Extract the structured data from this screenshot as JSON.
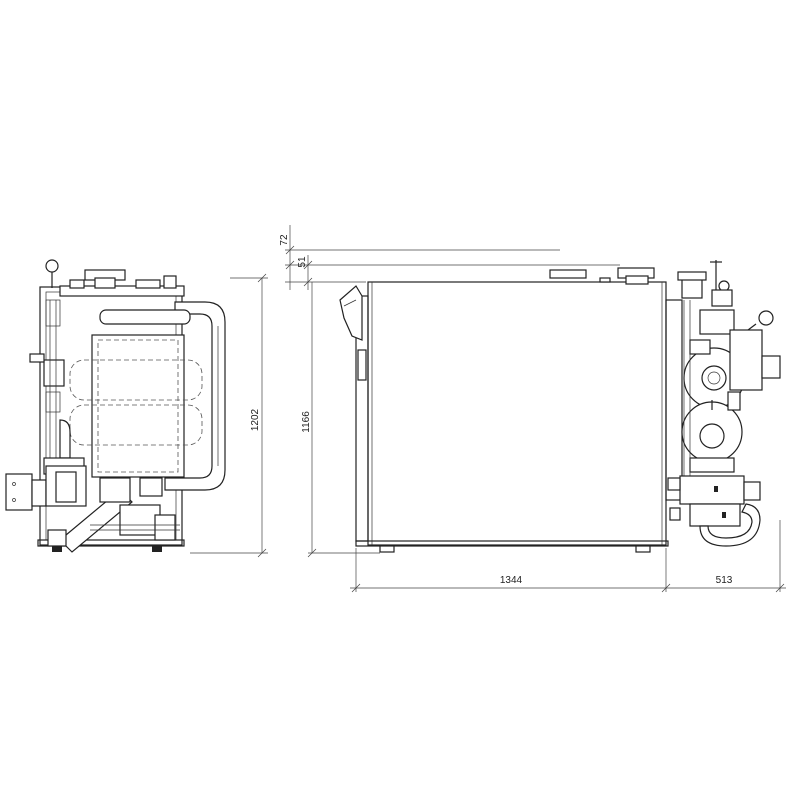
{
  "dimensions": {
    "height_overall": "1202",
    "height_body": "1166",
    "top_offset_1": "72",
    "top_offset_2": "51",
    "length_body": "1344",
    "length_extension": "513"
  }
}
